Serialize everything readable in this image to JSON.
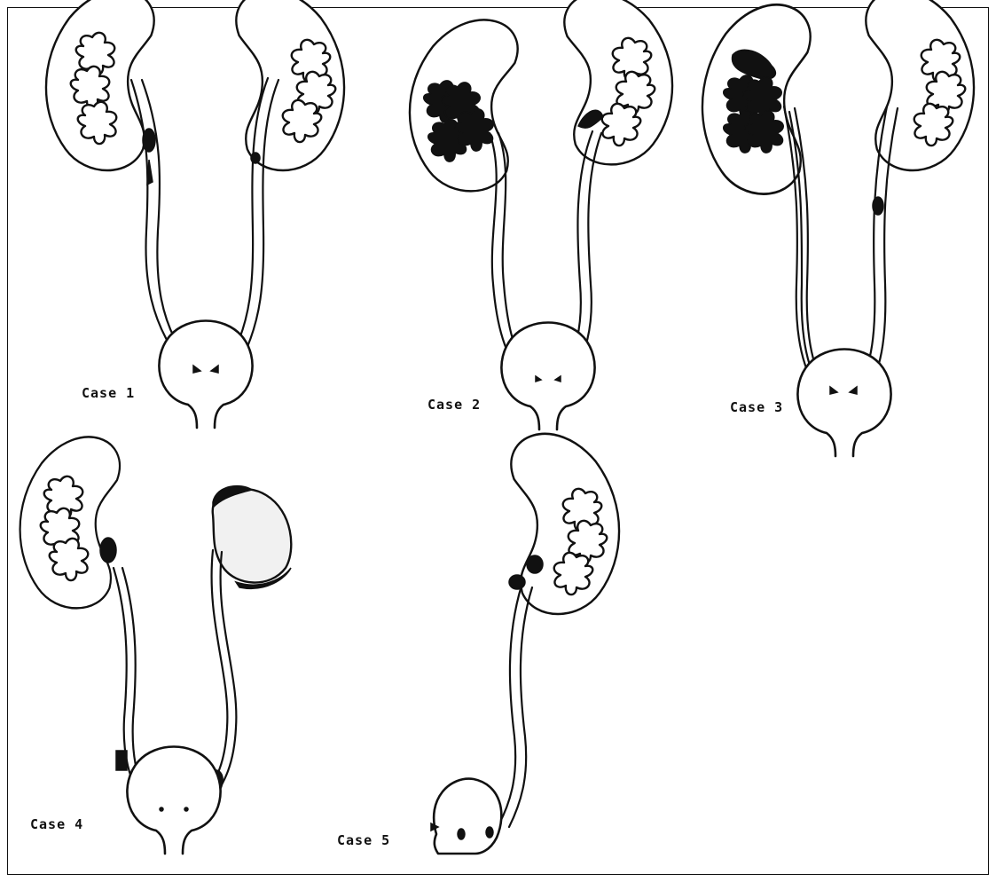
{
  "figure": {
    "cases": [
      {
        "label": "Case 1"
      },
      {
        "label": "Case 2"
      },
      {
        "label": "Case 3"
      },
      {
        "label": "Case 4"
      },
      {
        "label": "Case 5"
      }
    ]
  },
  "colors": {
    "ink": "#111111",
    "background": "#ffffff"
  }
}
